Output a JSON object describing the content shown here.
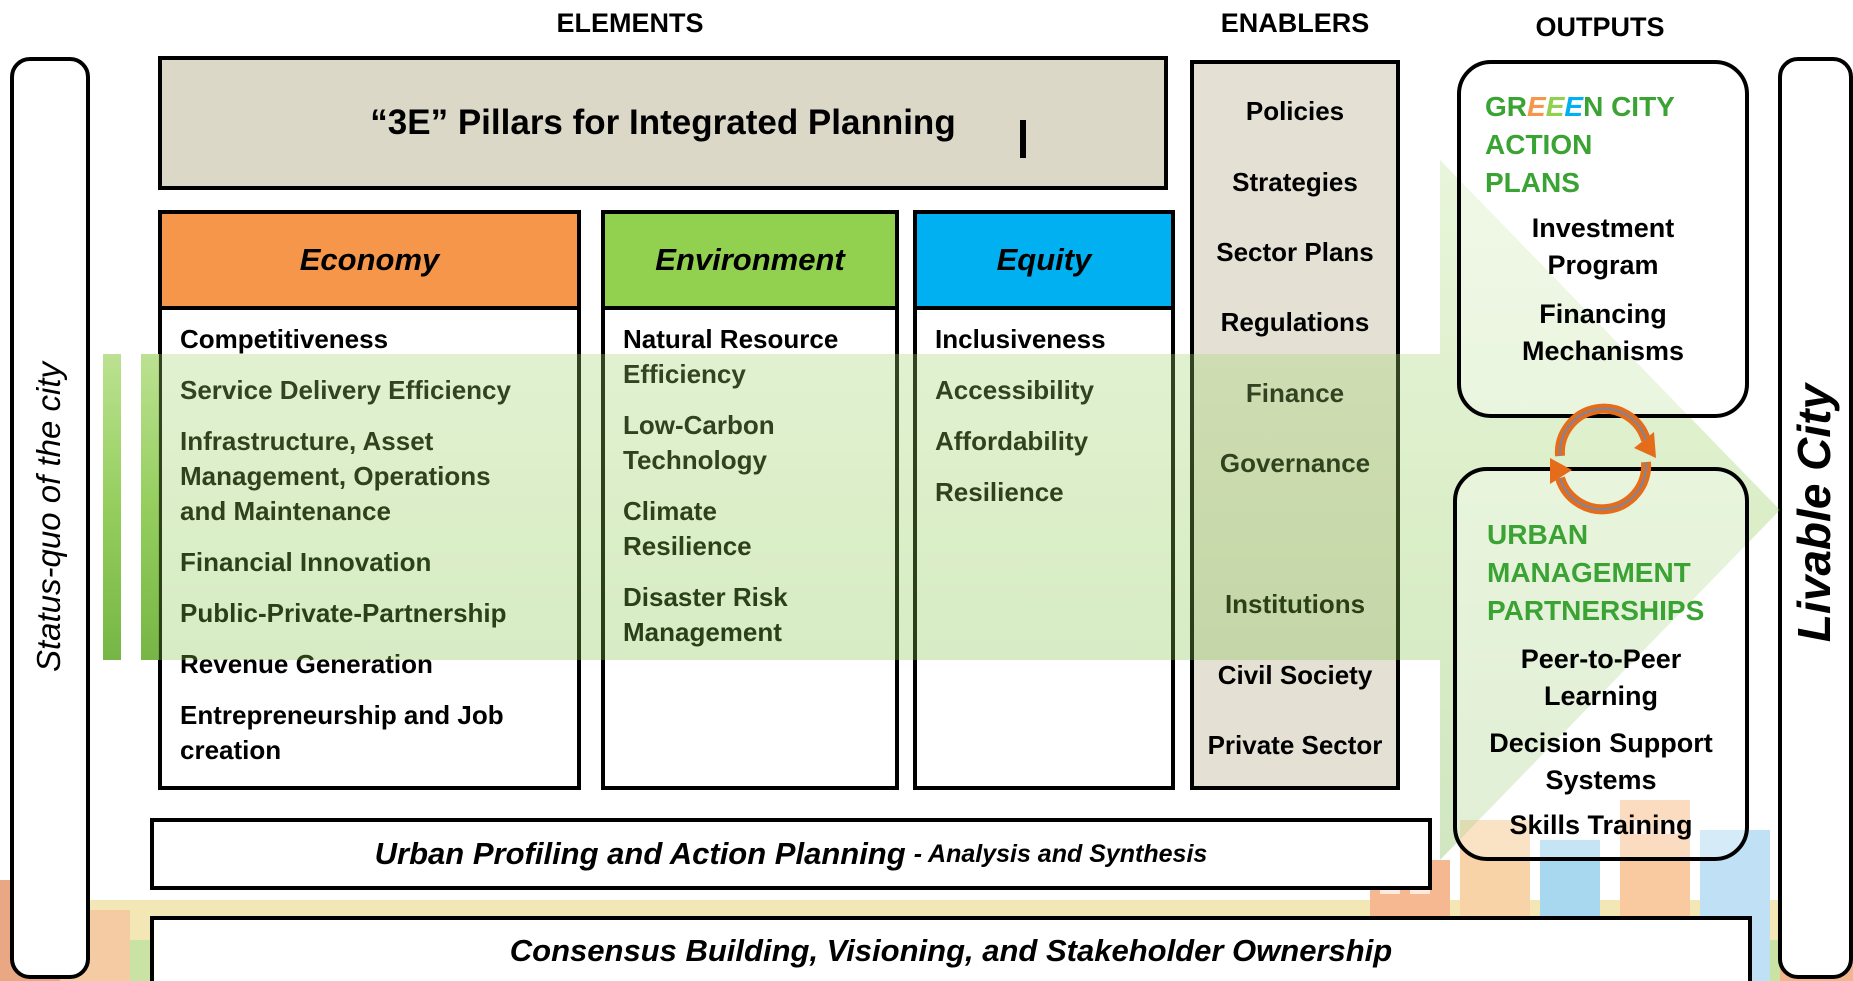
{
  "headings": {
    "elements": "ELEMENTS",
    "enablers": "ENABLERS",
    "outputs": "OUTPUTS"
  },
  "side": {
    "left_label": "Status-quo of the city",
    "right_label": "Livable City"
  },
  "pillars_title": "“3E” Pillars for Integrated Planning",
  "pillars": [
    {
      "name": "Economy",
      "color": "#f6964a",
      "items": [
        "Competitiveness",
        "Service Delivery Efficiency",
        "Infrastructure, Asset Management, Operations and Maintenance",
        "Financial Innovation",
        "Public-Private-Partnership",
        "Revenue Generation",
        "Entrepreneurship and Job creation"
      ]
    },
    {
      "name": "Environment",
      "color": "#92d050",
      "items": [
        "Natural Resource Efficiency",
        "Low-Carbon Technology",
        "Climate Resilience",
        "Disaster Risk Management"
      ]
    },
    {
      "name": "Equity",
      "color": "#00b0f0",
      "items": [
        "Inclusiveness",
        "Accessibility",
        "Affordability",
        "Resilience"
      ]
    }
  ],
  "enablers": [
    "Policies",
    "Strategies",
    "Sector Plans",
    "Regulations",
    "Finance",
    "Governance",
    "Institutions",
    "Civil Society",
    "Private Sector"
  ],
  "outputs": {
    "green_city": {
      "title_prefix": "GR",
      "e1": "E",
      "e2": "E",
      "e3": "E",
      "title_suffix": "N CITY",
      "title_line2": "ACTION",
      "title_line3": "PLANS",
      "e_colors": [
        "#f6964a",
        "#92d050",
        "#00b0f0"
      ],
      "items": [
        "Investment Program",
        "Financing Mechanisms"
      ]
    },
    "urban_management": {
      "title_line1": "URBAN",
      "title_line2": "MANAGEMENT",
      "title_line3": "PARTNERSHIPS",
      "items": [
        "Peer-to-Peer Learning",
        "Decision Support Systems",
        "Skills Training"
      ]
    },
    "title_color": "#3aa334"
  },
  "bottom": {
    "profiling_main": "Urban Profiling and Action Planning",
    "profiling_sub": "- Analysis and Synthesis",
    "consensus": "Consensus Building, Visioning, and Stakeholder Ownership"
  }
}
